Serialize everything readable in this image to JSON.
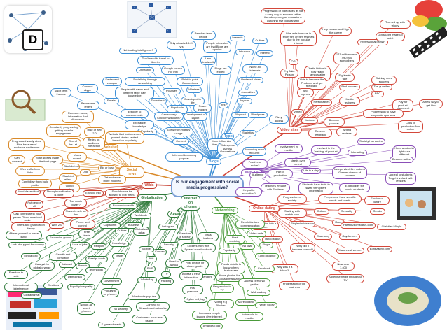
{
  "slide_label": "D",
  "central": "Is our engagement with social media progressive?",
  "colors": {
    "blogs": "#3d8fd6",
    "video": "#d3473a",
    "web20": "#8b4fb8",
    "networking": "#4a9a3a",
    "social_news": "#d98a2a",
    "wikis": "#c53a2a",
    "online_dating": "#d3473a",
    "globalization": "#2f7a3a"
  },
  "branches": {
    "blogs": "Blogs",
    "video_sites": "Video sites",
    "web20": "Web 2.0",
    "online_dating": "Online dating",
    "networking": "Networking",
    "internet_phones": "Internet on phones",
    "globalization": "Globalization",
    "apps": "Apps",
    "wikis": "Wikis",
    "social_news": "Social news",
    "websites": "Websites",
    "types": "Types"
  },
  "nodes": {
    "n001": "Progression of video sites as the a easy way to success rather than deepening an education - watching rise popular with",
    "n002": "Help pursue and high the career",
    "n003": "Professional growth",
    "n004": "Was able to move in short film on film festivals due to the popular interest",
    "n005": "Teamed up with trilogy",
    "n006": "Got taught make-up artist",
    "n007": "CGI",
    "n008": "E.g Jake Pipson",
    "n009": "Justin bieber is now really famous after youtube",
    "n010": "171 million views 490,000 subscribers",
    "n011": "Able to become the Producer and get feedback",
    "n012": "And improve",
    "n013": "Find success",
    "n014": "E.g Kevin fate",
    "n015": "Gaining more success",
    "n016": "The guardian",
    "n017": "BBC",
    "n018": "Media features",
    "n019": "Personalities",
    "n020": "Pay for product placement",
    "n021": "A new way to get him",
    "n022": "Progression to have corporate sponsors",
    "n023": "Youtube",
    "n024": "Become popular",
    "n025": "Clips or production Ads online",
    "n026": "Vimeo",
    "n027": "Receive feedback",
    "n028": "Writing reviews",
    "n029": "Involvement in media",
    "n030": "Involved in the 'making' of product",
    "n031": "Society has control",
    "n032": "Interacting",
    "n033": "Have a voice in light over different industry",
    "n034": "Become active",
    "n035": "Needs over control",
    "n036": "Part of production",
    "n037": "Life in a day",
    "n038": "Independent film makers Greater chance of success",
    "n039": "Appeal to students To get involved with lessons",
    "n040": "Audience",
    "n041": "Teachers engage with Students",
    "n042": "Students have tools to share with peers information",
    "n043": "E.g blogger for media students",
    "n044": "Helpful in education?",
    "n045": "Passive or active?",
    "n046": "Progression of society",
    "n047": "People now have specific needs and needs",
    "n048": "Faction of culture",
    "n049": "Starting with match.com",
    "n050": "Culture",
    "n051": "Sexuality",
    "n052": "Gender",
    "n053": "Singlesinsiders.com",
    "n054": "Race",
    "n055": "Parents/Elimstatus.com",
    "n056": "Christian Mingle",
    "n057": "Progression into a norm",
    "n058": "Eharmony",
    "n059": "Gaydar.com",
    "n060": "Taboo status",
    "n061": "Why did it become normal?",
    "n062": "Matureleather.com",
    "n063": "Bonezaphy.com",
    "n064": "Now over 1,400",
    "n065": "Why was it a taboo?",
    "n066": "Progression of the business",
    "n067": "Advertisements throughout TV",
    "n068": "Reaches teen people",
    "n069": "Interests",
    "n070": "Culture",
    "n071": "Only attracts 18-24 yrs",
    "n072": "People interested are that Blogs are opinion",
    "n073": "Influence",
    "n074": "Less trustworthy",
    "n075": "Blogs are edited",
    "n076": "Niche all interests",
    "n077": "Unbiased views",
    "n078": "Yes?",
    "n079": "Any can",
    "n080": "Journalism",
    "n081": "Blogspot",
    "n082": "Wordpress",
    "n083": "Fizzy access",
    "n084": "Not leading intelligence?",
    "n085": "Don't need to travel to libraries",
    "n086": "Unhealthy",
    "n087": "Google source For info",
    "n088": "Point to point Connections",
    "n089": "Socializing through networking",
    "n090": "People with same and different taste gain knowledge",
    "n091": "Positives",
    "n092": "Wireless",
    "n093": "Developed in life",
    "n094": "Faster and cheaper",
    "n095": "Connect skype",
    "n096": "Emails",
    "n097": "Too retreat",
    "n098": "Popular in life",
    "n099": "Roam images",
    "n100": "Short term themes",
    "n101": "Before was letters",
    "n102": "Ebroder to communicate",
    "n103": "Can society function without it?",
    "n104": "Development of layout",
    "n105": "Exchange knowledge",
    "n106": "Popularity",
    "n107": "Grew from military usage",
    "n108": "Context",
    "n109": "More Influential than Broadcast media",
    "n110": "Informed becoming popular",
    "n111": "Statistics",
    "n112": "Widespread Across Generations",
    "n113": "Becoming more frequent",
    "n114": "Rumour - news, information And discussion",
    "n115": "Rise of web 2.0",
    "n116": "Constantly progressing getting popular engagement",
    "n117": "Progressed vastly since Rise because of audience excitement",
    "n118": "One of the 1st",
    "n119": "Relies on audience interaction",
    "n120": "Website that features user posted stories ranked based on popularity",
    "n121": "Can connect",
    "n122": "Start stories make the front page",
    "n123": "Users submit",
    "n124": "Web traffic from links",
    "n125": "Slashdot.com",
    "n126": "Slashdot effect",
    "n127": "Digg",
    "n128": "Big or busy",
    "n129": "Can follow them build profile",
    "n130": "Voting system",
    "n131": "Get audience more involved",
    "n132": "Word discredited",
    "n133": "Through verification is done",
    "n134": "Encyclo info",
    "n135": "Should users be allowed to edit them?",
    "n136": "Put people off",
    "n137": "Too much power?",
    "n138": "Can contribute to your grades Given a national scale",
    "n139": "Students rely on this",
    "n140": "Users and gratification theory",
    "n141": "Web 2.0",
    "n142": "Power and control",
    "n143": "Economic wealth",
    "n144": "Worldwide",
    "n145": "Allows yourself to make living",
    "n146": "Free trade",
    "n147": "Capitalism",
    "n148": "Business",
    "n149": "Expensive goods",
    "n150": "Culture",
    "n151": "Lack of support for country",
    "n152": "Loss of jobs",
    "n153": "Religion",
    "n154": "Knowledge",
    "n155": "Globalization (aka)",
    "n156": "Media cost",
    "n157": "Growth and corruption",
    "n158": "Foreign foods",
    "n159": "Trade",
    "n160": "Catalyst for global change",
    "n161": "Internet",
    "n162": "Brands",
    "n163": "Freedom to vote",
    "n164": "Technology",
    "n165": "Democracy",
    "n166": "International interference",
    "n167": "Elections",
    "n168": "Equality/Inequality",
    "n169": "Government",
    "n170": "WhatsApp",
    "n171": "Global threat",
    "n172": "Popularity on phones",
    "n173": "Not on all smart phones",
    "n174": "World wide popular",
    "n175": "Instagram",
    "n176": "Freedom of speech",
    "n177": "Security",
    "n178": "Mass hackers",
    "n179": "Lockers from free Spread over facebook",
    "n180": "Used in Annual",
    "n181": "Post photos Of stolen goods",
    "n182": "Hacking",
    "n183": "Dangers",
    "n184": "Access a fresh information",
    "n185": "TV",
    "n186": "Post pressure",
    "n187": "Cyber bullying",
    "n188": "Connect to Dinnerboard networks",
    "n189": "No security",
    "n190": "Customers have free usage",
    "n191": "E.g macdonalds",
    "n192": "Revolutionised communication",
    "n193": "Video calls",
    "n194": "Post anything",
    "n195": "No chat",
    "n196": "Skype",
    "n197": "Popularity",
    "n198": "Foods details to know others businesses",
    "n199": "Long distance",
    "n200": "Facebook",
    "n201": "Know photos like Gossip magazine",
    "n202": "Access personal profile",
    "n203": "Progression to TV",
    "n204": "Wall stalking",
    "n205": "Voting e.g Blocker",
    "n206": "More control",
    "n207": "Twitter follow",
    "n208": "Increases people involve (live internet)",
    "n209": "Amanda Todd",
    "n210": "Active role in media",
    "n211": "SMS",
    "n212": "Connect",
    "n213": "Mobile",
    "n214": "Ads",
    "n215": "Interest"
  }
}
